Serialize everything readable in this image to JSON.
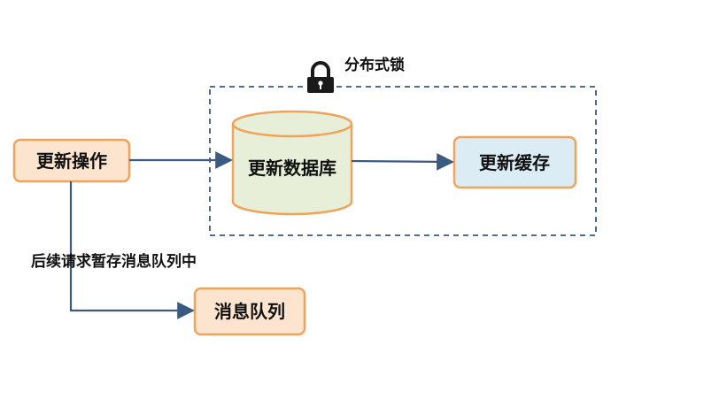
{
  "nodes": {
    "update_op": {
      "label": "更新操作"
    },
    "update_db": {
      "label": "更新数据库"
    },
    "update_cache": {
      "label": "更新缓存"
    },
    "message_queue": {
      "label": "消息队列"
    }
  },
  "lock": {
    "label": "分布式锁",
    "icon": "lock-icon"
  },
  "edges": {
    "queue_edge_label": "后续请求暂存消息队列中"
  },
  "colors": {
    "orange_fill": "#fde4cf",
    "orange_stroke": "#f0a35b",
    "blue_fill": "#dcecf4",
    "green_fill": "#e8efd9",
    "cylinder_stroke": "#f0a35b",
    "arrow": "#3a5a80",
    "dash": "#3a5a80"
  }
}
